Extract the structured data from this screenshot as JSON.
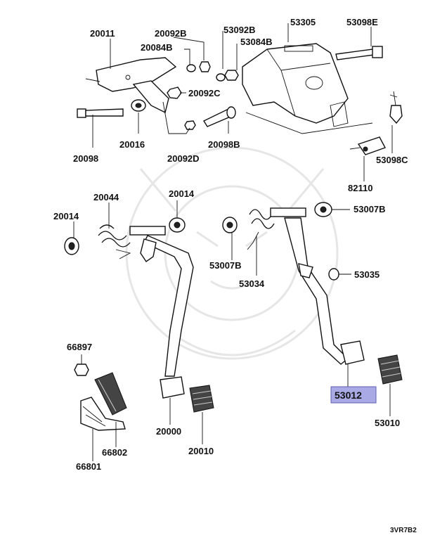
{
  "diagram": {
    "colors": {
      "ink": "#111111",
      "highlight_fill": "#a9a9e6",
      "highlight_border": "#5f5fb0"
    },
    "highlighted_part": "53012",
    "diagram_code": "3VR7B2",
    "labels": {
      "p20011": "20011",
      "p20092B": "20092B",
      "p20084B": "20084B",
      "p53092B": "53092B",
      "p53084B": "53084B",
      "p53305": "53305",
      "p53098E": "53098E",
      "p20092C": "20092C",
      "p20098": "20098",
      "p20016": "20016",
      "p20092D": "20092D",
      "p20098B": "20098B",
      "p53098C": "53098C",
      "p82110": "82110",
      "p20044": "20044",
      "p20014a": "20014",
      "p20014b": "20014",
      "p53007Ba": "53007B",
      "p53007Bb": "53007B",
      "p53034": "53034",
      "p53035": "53035",
      "p66897": "66897",
      "p53012": "53012",
      "p53010": "53010",
      "p20000": "20000",
      "p66802": "66802",
      "p20010": "20010",
      "p66801": "66801"
    }
  }
}
